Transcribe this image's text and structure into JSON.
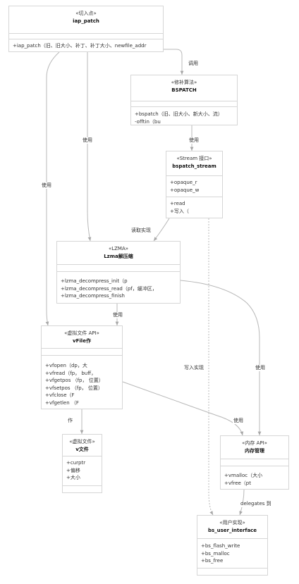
{
  "nodes": {
    "iap_patch": {
      "stereotype": "«切入点»",
      "title": "iap_patch",
      "attrs": [],
      "methods": [
        "+iap_patch（旧、旧大小、补丁、补丁大小、newfile_addr"
      ]
    },
    "bspatch": {
      "stereotype": "«修补算法»",
      "title": "BSPATCH",
      "attrs": [],
      "methods": [
        "+bspatch（旧、旧大小、新大小、流）",
        "-offtin（bu"
      ]
    },
    "bspatch_stream": {
      "stereotype": "«Stream 接口»",
      "title": "bspatch_stream",
      "attrs": [
        "+opaque_r",
        "+opaque_w"
      ],
      "methods": [
        "+read",
        "+写入（"
      ]
    },
    "lzma": {
      "stereotype": "«LZMA»",
      "title": "Lzma解压缩",
      "attrs": [],
      "methods": [
        "+lzma_decompress_init（p",
        "+lzma_decompress_read（pf，缓冲区，",
        "+lzma_decompress_finish"
      ]
    },
    "vfile_api": {
      "stereotype": "«虚拟文件 API»",
      "title": "vFile作",
      "attrs": [],
      "methods": [
        "+vfopen（dp，大",
        "+vfread（fp， buff，",
        "+vfgetpos （fp， 位置）",
        "+vfsetpos （fp， 位置）",
        "+vfclose（F",
        "+vfgetlen （F"
      ]
    },
    "vfile": {
      "stereotype": "«虚拟文件»",
      "title": "v文件",
      "attrs": [
        "+curptr",
        "+偏移",
        "+大小"
      ],
      "methods": []
    },
    "mem_api": {
      "stereotype": "«内存 API»",
      "title": "内存管理",
      "attrs": [],
      "methods": [
        "+vmalloc（大小",
        "+vfree（pt"
      ]
    },
    "bs_user": {
      "stereotype": "«用户实现»",
      "title": "bs_user_interface",
      "attrs": [
        "+bs_flash_write",
        "+bs_malloc",
        "+bs_free"
      ],
      "methods": []
    }
  },
  "edges": {
    "iap_to_bspatch": "调用",
    "iap_to_lzma": "使用",
    "iap_to_vfile": "使用",
    "bspatch_to_stream": "使用",
    "stream_to_lzma": "读取实现",
    "stream_to_bsuser": "写入实现",
    "lzma_to_vfile": "使用",
    "lzma_to_mem": "使用",
    "vfile_to_v": "作",
    "vfile_to_mem": "使用",
    "mem_to_bsuser": "delegates 到"
  }
}
